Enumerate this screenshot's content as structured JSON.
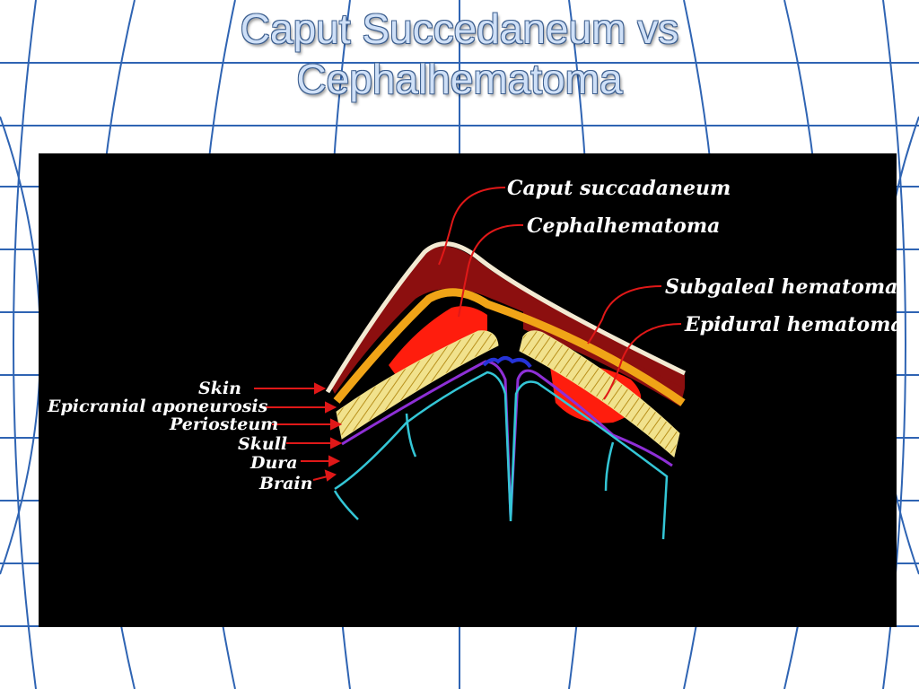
{
  "slide": {
    "title_line1": "Caput Succedaneum vs",
    "title_line2": "Cephalhematoma"
  },
  "diagram": {
    "labels_right": {
      "caput": "Caput succadaneum",
      "cephal": "Cephalhematoma",
      "subgaleal": "Subgaleal hematoma",
      "epidural": "Epidural hematoma"
    },
    "labels_left": {
      "skin": "Skin",
      "epicranial": "Epicranial aponeurosis",
      "periosteum": "Periosteum",
      "skull": "Skull",
      "dura": "Dura",
      "brain": "Brain"
    }
  },
  "colors": {
    "grid": "#2f64b3",
    "panel": "#000000",
    "skin": "#f3ead3",
    "blood_dark": "#8c0f0f",
    "blood_bright": "#ff1d0d",
    "aponeurosis": "#f0a417",
    "skull": "#f1e28d",
    "dura": "#8e2fd6",
    "brain": "#34c6d6",
    "arrow": "#e01818"
  }
}
